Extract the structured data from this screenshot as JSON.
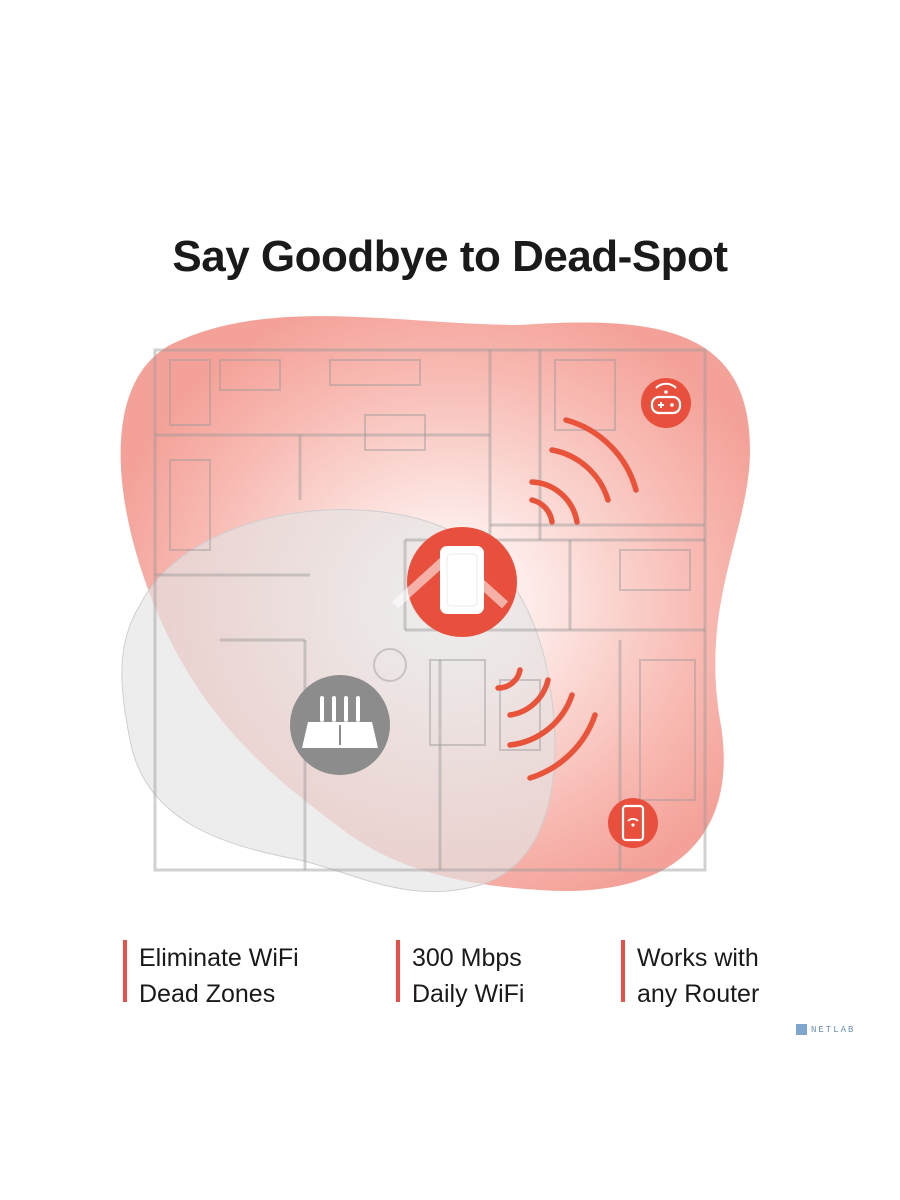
{
  "title": "Say Goodbye to Dead-Spot",
  "features": [
    {
      "line1": "Eliminate WiFi",
      "line2": "Dead Zones"
    },
    {
      "line1": "300 Mbps",
      "line2": "Daily WiFi"
    },
    {
      "line1": "Works with",
      "line2": "any Router"
    }
  ],
  "brand": "NETLAB",
  "colors": {
    "accent": "#e8514a",
    "coverage": "#f4a59c",
    "router_zone": "#e6e6e6",
    "router": "#8a8a8a"
  },
  "icons": [
    "extender-icon",
    "router-icon",
    "gamepad-wifi-icon",
    "phone-wifi-icon",
    "signal-waves"
  ]
}
